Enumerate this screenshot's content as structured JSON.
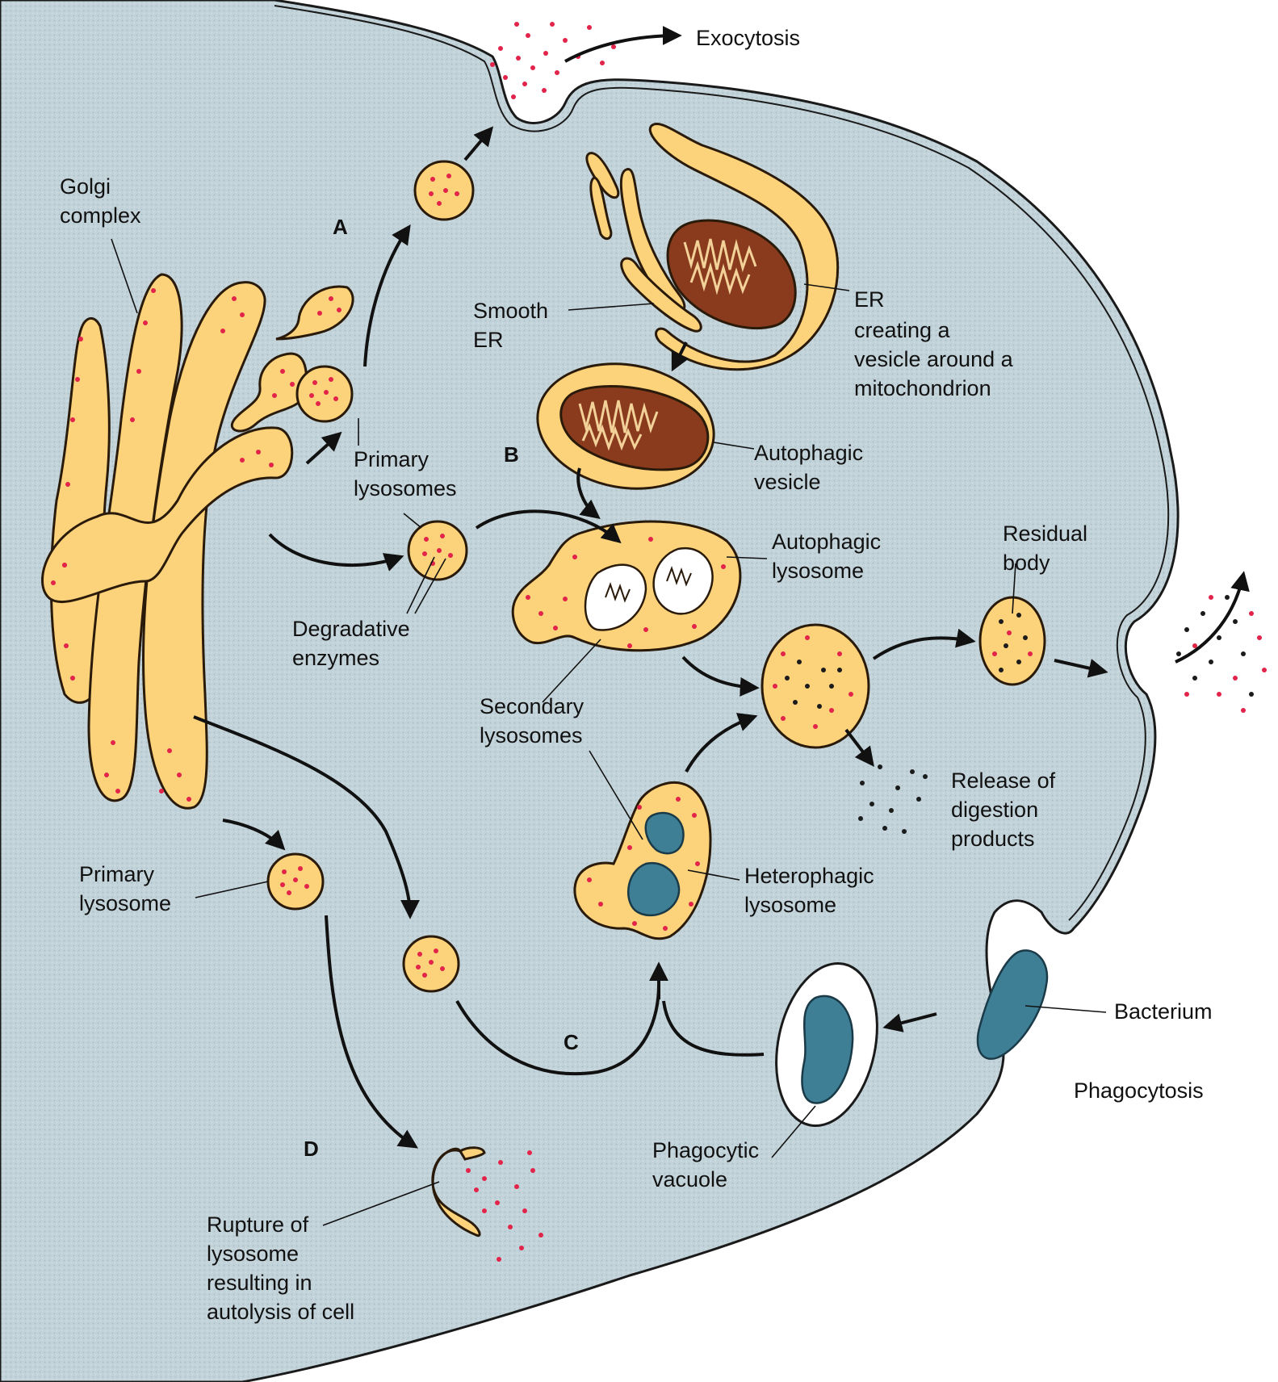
{
  "labels": {
    "exocytosis": "Exocytosis",
    "golgi_1": "Golgi",
    "golgi_2": "complex",
    "smooth_er_1": "Smooth",
    "smooth_er_2": "ER",
    "er_vesicle_1": "ER",
    "er_vesicle_2": "creating a",
    "er_vesicle_3": "vesicle around a",
    "er_vesicle_4": "mitochondrion",
    "primary_lysosomes_1": "Primary",
    "primary_lysosomes_2": "lysosomes",
    "autophagic_vesicle_1": "Autophagic",
    "autophagic_vesicle_2": "vesicle",
    "autophagic_lysosome_1": "Autophagic",
    "autophagic_lysosome_2": "lysosome",
    "residual_body_1": "Residual",
    "residual_body_2": "body",
    "degradative_1": "Degradative",
    "degradative_2": "enzymes",
    "secondary_1": "Secondary",
    "secondary_2": "lysosomes",
    "release_1": "Release of",
    "release_2": "digestion",
    "release_3": "products",
    "primary_lysosome_1": "Primary",
    "primary_lysosome_2": "lysosome",
    "heterophagic_1": "Heterophagic",
    "heterophagic_2": "lysosome",
    "bacterium": "Bacterium",
    "phagocytosis": "Phagocytosis",
    "phagocytic_1": "Phagocytic",
    "phagocytic_2": "vacuole",
    "rupture_1": "Rupture of",
    "rupture_2": "lysosome",
    "rupture_3": "resulting in",
    "rupture_4": "autolysis of cell"
  },
  "pathway_letters": {
    "a": "A",
    "b": "B",
    "c": "C",
    "d": "D"
  },
  "colors": {
    "cytoplasm": "#c3d3da",
    "organelle": "#fcd27a",
    "enzyme_dot": "#e2244a",
    "digestion_product": "#1b1b1b",
    "mitochondrion": "#8a3b1e",
    "bacterium": "#3f7f95"
  }
}
